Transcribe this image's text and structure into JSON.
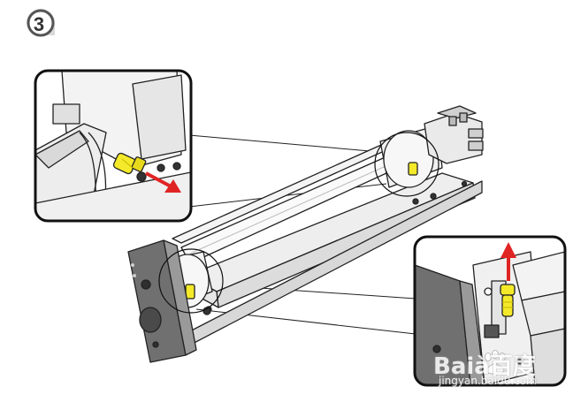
{
  "step": {
    "number": "3"
  },
  "watermark": {
    "brand": "Baià百度",
    "site": "jingyan.baidu.com"
  },
  "colors": {
    "line": "#222222",
    "metal": "#f2f2f2",
    "metal_shadow": "#cfcfcf",
    "panel": "#707070",
    "plug": "#f4ea2a",
    "plug_dark": "#c9b400",
    "arrow": "#e02424"
  },
  "icons": [
    "paw-logo-icon"
  ]
}
